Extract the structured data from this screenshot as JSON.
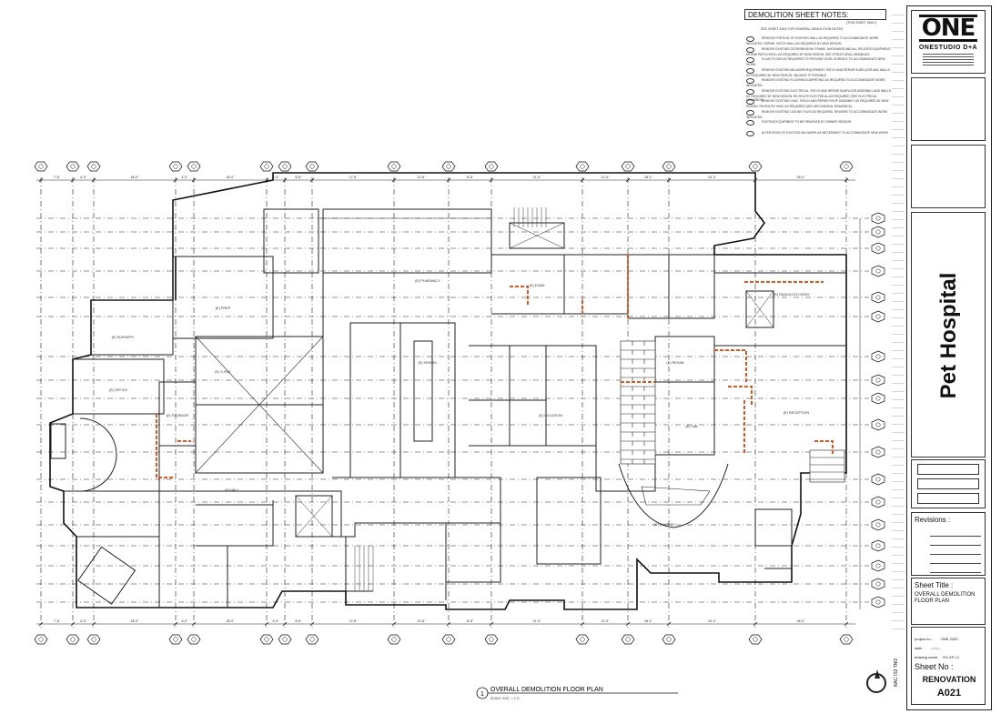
{
  "notes": {
    "title": "DEMOLITION SHEET NOTES:",
    "subtitle": "(THIS SHEET ONLY)",
    "general": "SEE SHEET A001 FOR GENERAL DEMOLITION NOTES",
    "items": [
      "REMOVE PORTION OF EXISTING WALL AS REQUIRED TO ACCOMMODATE WORK INDICATED. REPAIR, PATCH WALL AS REQUIRED BY NEW DESIGN.",
      "REMOVE EXISTING DOOR/WINDOW, FRAME, HARDWARE AND ALL RELATED EQUIPMENT. REPAIR PATCH INFILL AS REQUIRED BY NEW DESIGN. SEE STRUCTURAL DRAWINGS.",
      "FLOAT FLOOR AS REQUIRED TO PROVIDE LEVEL SURFACE TO ACCOMMODATE NEW WORK.",
      "REMOVE EXISTING MILLWORK/EQUIPMENT. PATCH AND REPAIR SUBFLOOR AND WALLS AS REQUIRED BY NEW DESIGN. SALVAGE IF POSSIBLE.",
      "REMOVE EXISTING FLOORING/CARPETING AS REQUIRED TO ACCOMMODATE WORK INDICATED.",
      "REMOVE EXISTING ELECTRICAL. PATCH AND REPAIR SUBFLOOR ASSEMBLY AND WALLS AS REQUIRED BY NEW DESIGN. RE-ROUTE ELECTRICAL AS REQUIRED (SEE ELECTRICAL DRAWINGS).",
      "REMOVE EXISTING HVAC. PATCH AND REPAIR ROOF ASSEMBLY AS REQUIRED BY NEW DESIGN. RE-ROUTE HVAC AS REQUIRED (SEE MECHANICAL DRAWINGS).",
      "REMOVE EXISTING CEILING TILES AS REQUIRED. REWORK TO ACCOMMODATE WORK INDICATED.",
      "EXISTING EQUIPMENT TO BE REMOVED BY OWNER VENDOR.",
      "ALTER EDGE OF EXISTING MILLWORK AS NECESSARY TO ACCOMMODATE NEW WORK."
    ]
  },
  "titleblock": {
    "logo_text": "ONE",
    "firm_name": "ONESTUDIO D+A",
    "project_name": "Pet Hospital",
    "revisions_label": "Revisions :",
    "sheet_title_label": "Sheet Title :",
    "sheet_title_line1": "OVERALL DEMOLITION",
    "sheet_title_line2": "FLOOR PLAN",
    "project_no_label": "project no.:",
    "project_no": "ONE 2320",
    "date_label": "date:",
    "date": "--/--/--",
    "drawing_name_label": "drawing name:",
    "drawing_name": "EX-XP-L1",
    "sheet_no_label": "Sheet No :",
    "phase": "RENOVATION",
    "sheet_no": "A021",
    "stamp_text": "NAC IS3 TNO"
  },
  "drawing": {
    "detail_number": "1",
    "title": "OVERALL DEMOLITION FLOOR PLAN",
    "scale": "SCALE:     3/32\" = 1'-0\"",
    "rooms": [
      "(E) SURGERY",
      "(E) PREP",
      "(E) STORAGE",
      "(E) PHARMACY",
      "(E) EXAM",
      "(E) REHAB",
      "(E) RECEPTION",
      "(E) WAITING",
      "(E) HALL",
      "(E) OFFICE",
      "(E) ISOLATION",
      "(E) KENNEL",
      "(E) X-RAY",
      "(E) LAB",
      "(E) RADIOLOGY/XRAY"
    ],
    "dims": [
      "7'-6\"",
      "4'-0\"",
      "18'-0\"",
      "4'-0\"",
      "18'-0\"",
      "4'-0\"",
      "8'-6\"",
      "17'-6\"",
      "12'-6\"",
      "8'-6\"",
      "21'-0\"",
      "11'-0\"",
      "18'-1\"",
      "15'-2\"",
      "18'-0\""
    ]
  }
}
